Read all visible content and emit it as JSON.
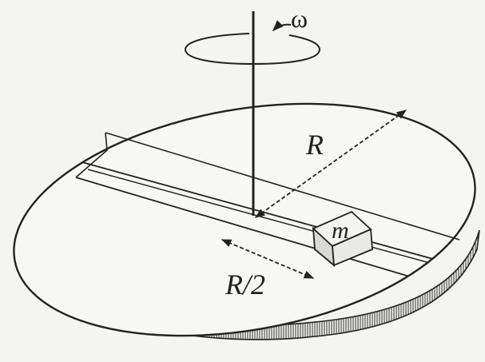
{
  "labels": {
    "omega": "ω",
    "radius": "R",
    "half_radius": "R/2",
    "mass": "m"
  },
  "colors": {
    "ink": "#222222",
    "paper": "#f4f4f2",
    "disc_top": "#f7f7f5",
    "block_front": "#e9e9e6",
    "block_side": "#d8d8d4"
  }
}
